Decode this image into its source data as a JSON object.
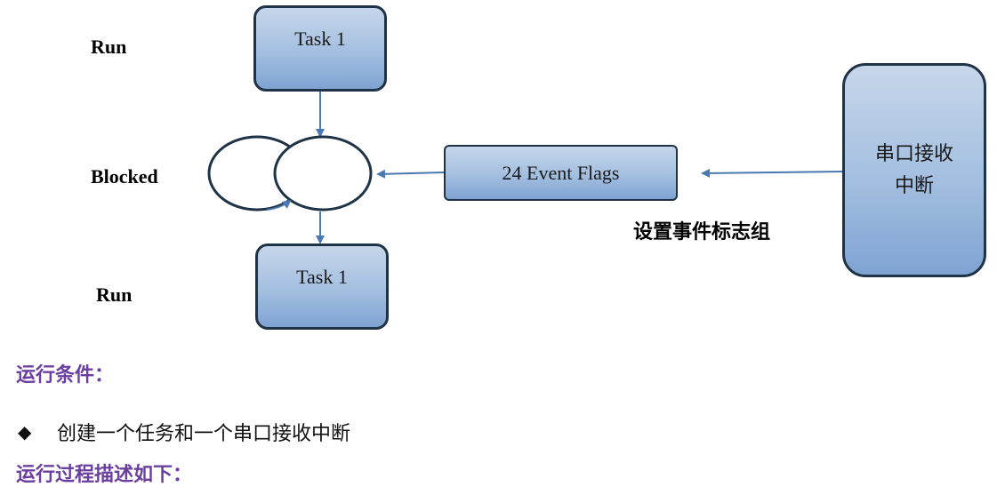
{
  "diagram": {
    "state_run_top": "Run",
    "state_blocked": "Blocked",
    "state_run_bottom": "Run",
    "task_top": "Task 1",
    "task_bottom": "Task 1",
    "event_flags": "24 Event Flags",
    "set_flags_label": "设置事件标志组",
    "isr_line1": "串口接收",
    "isr_line2": "中断"
  },
  "text": {
    "section1_title": "运行条件：",
    "bullet1": "创建一个任务和一个串口接收中断",
    "section2_title": "运行过程描述如下："
  },
  "colors": {
    "box_border": "#1f3346",
    "box_fill_top": "#c6d6ea",
    "box_fill_bottom": "#7fa3d2",
    "arrow": "#4a78b0",
    "section_title": "#6b3fa0"
  }
}
